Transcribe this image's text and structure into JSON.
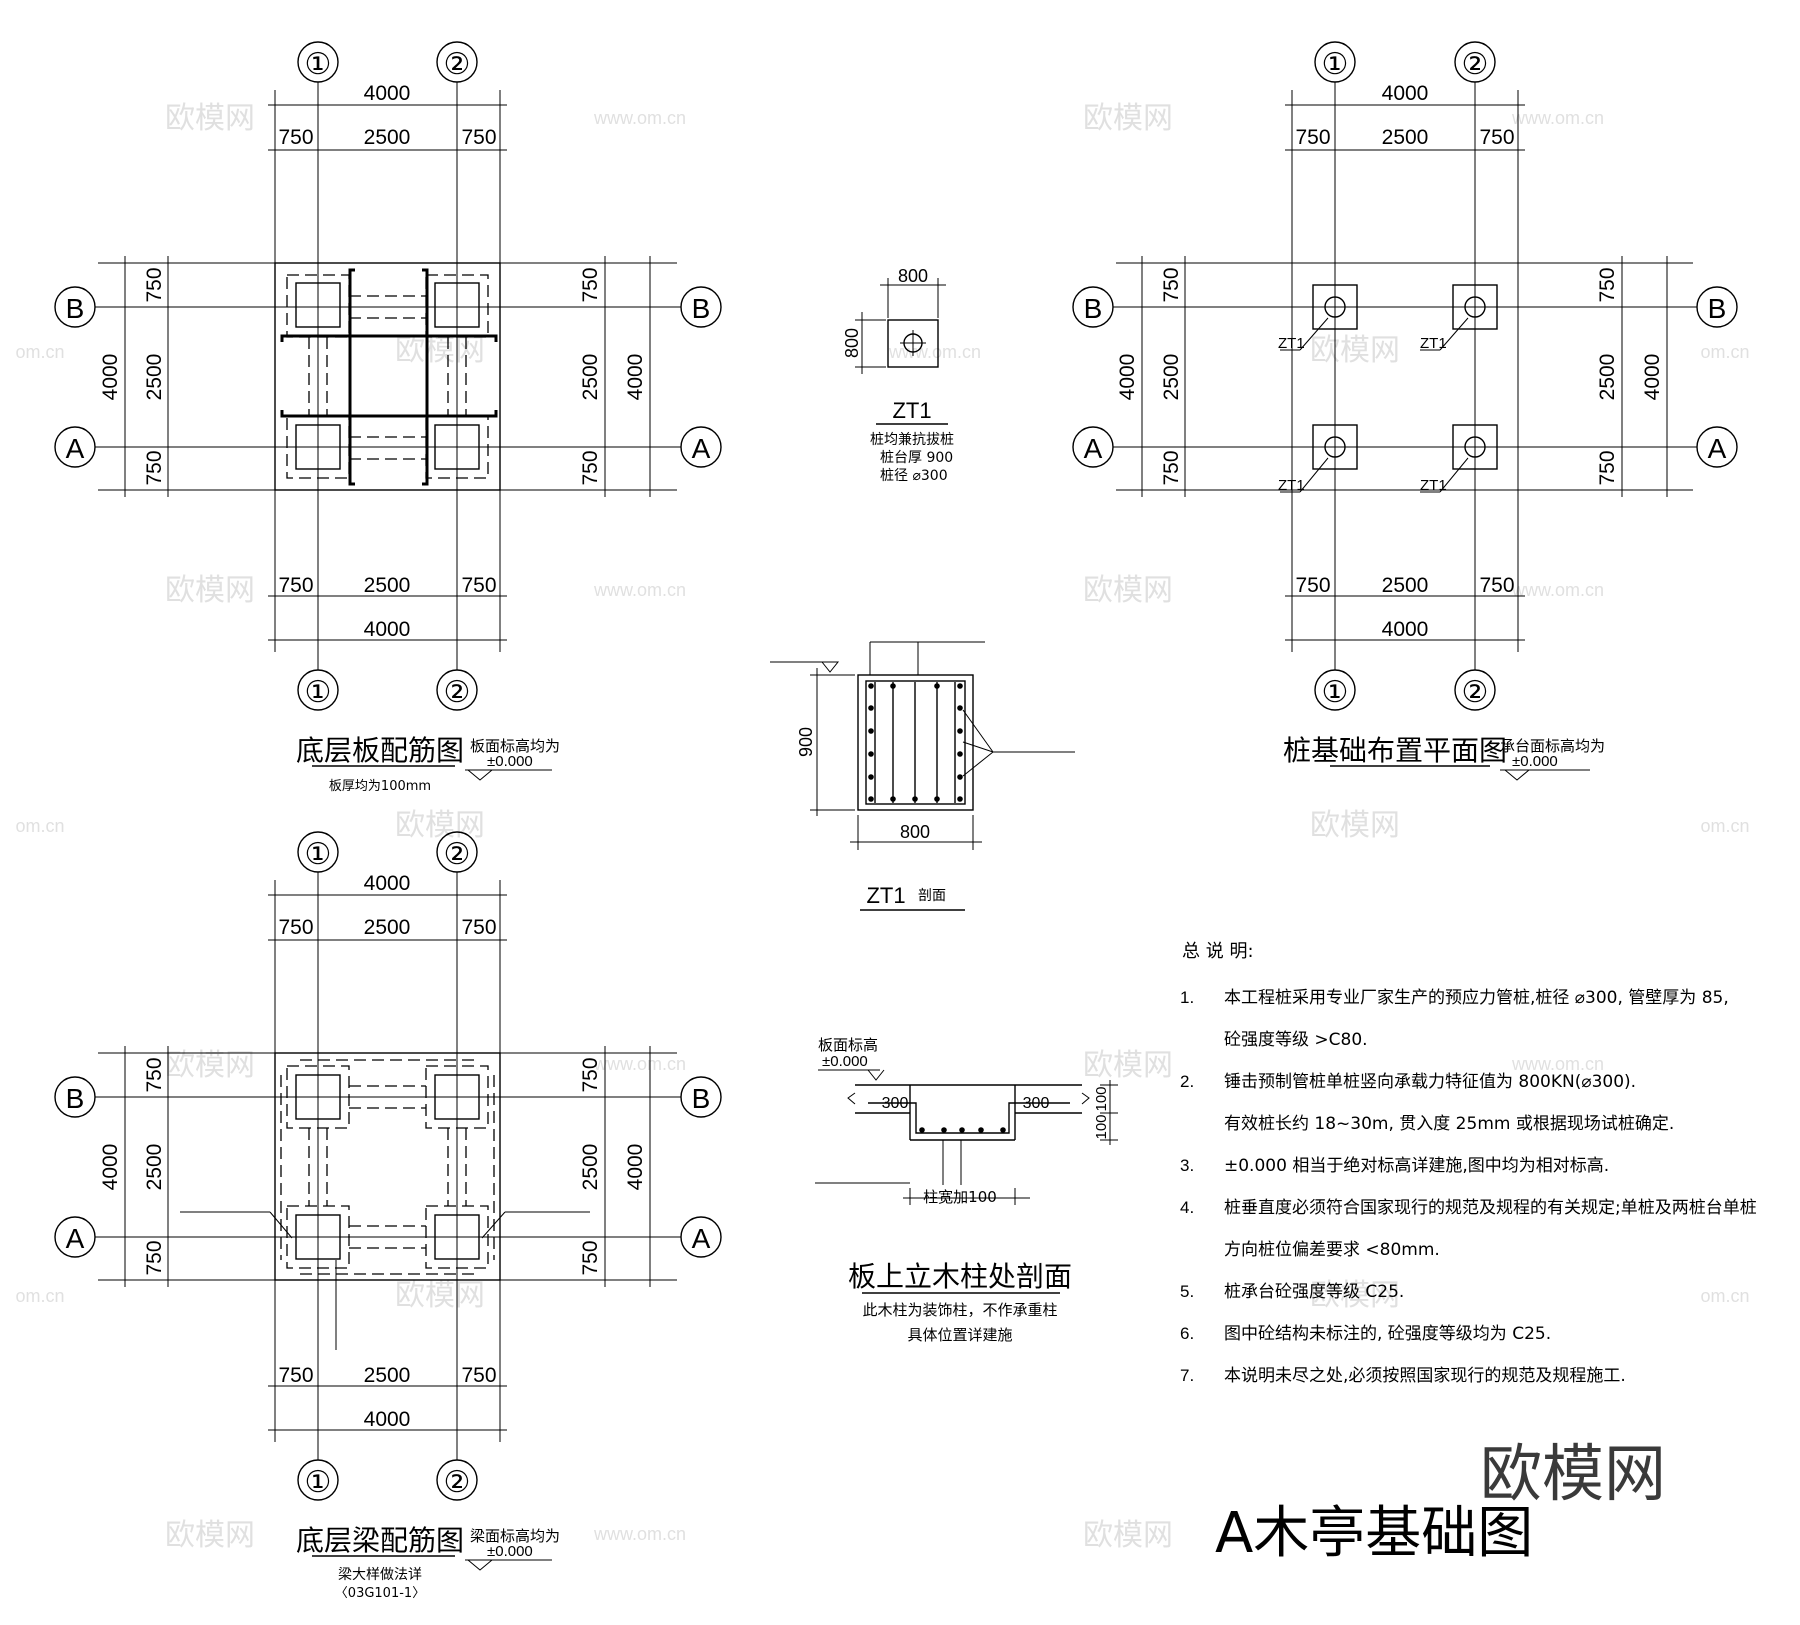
{
  "dims": {
    "total": "4000",
    "mid": "2500",
    "edge": "750"
  },
  "axes": {
    "one": "①",
    "two": "②",
    "a": "A",
    "b": "B"
  },
  "plan1": {
    "title": "底层板配筋图",
    "elev_label": "板面标高均为",
    "elev": "±0.000",
    "note": "板厚均为100mm"
  },
  "plan2": {
    "title": "桩基础布置平面图",
    "elev_label": "承台面标高均为",
    "elev": "±0.000",
    "pile": "ZT1"
  },
  "plan3": {
    "title": "底层梁配筋图",
    "elev_label": "梁面标高均为",
    "elev": "±0.000",
    "note1": "梁大样做法详",
    "note2": "〈03G101-1〉"
  },
  "zt1": {
    "w": "800",
    "h": "800",
    "name": "ZT1",
    "l1": "桩均兼抗拔桩",
    "l2": "桩台厚 900",
    "l3": "桩径  ⌀300"
  },
  "zt1sec": {
    "h": "900",
    "w": "800",
    "name": "ZT1",
    "suffix": "剖面"
  },
  "slabsec": {
    "elev_label": "板面标高",
    "elev": "±0.000",
    "w1": "300",
    "w2": "300",
    "h1": "100",
    "h2": "100",
    "bottom": "柱宽加100",
    "title": "板上立木柱处剖面",
    "n1": "此木柱为装饰柱，不作承重柱",
    "n2": "具体位置详建施"
  },
  "notes": {
    "title": "总 说 明:",
    "items": [
      {
        "num": "1.",
        "lines": [
          "本工程桩采用专业厂家生产的预应力管桩,桩径  ⌀300, 管壁厚为 85,",
          "砼强度等级 >C80."
        ]
      },
      {
        "num": "2.",
        "lines": [
          "锤击预制管桩单桩竖向承载力特征值为  800KN(⌀300).",
          "有效桩长约  18~30m, 贯入度   25mm 或根据现场试桩确定."
        ]
      },
      {
        "num": "3.",
        "lines": [
          "±0.000      相当于绝对标高详建施,图中均为相对标高."
        ]
      },
      {
        "num": "4.",
        "lines": [
          "桩垂直度必须符合国家现行的规范及规程的有关规定;单桩及两桩台单桩",
          "方向桩位偏差要求 <80mm."
        ]
      },
      {
        "num": "5.",
        "lines": [
          "桩承台砼强度等级 C25."
        ]
      },
      {
        "num": "6.",
        "lines": [
          "图中砼结构未标注的, 砼强度等级均为 C25."
        ]
      },
      {
        "num": "7.",
        "lines": [
          "本说明未尽之处,必须按照国家现行的规范及规程施工."
        ]
      }
    ]
  },
  "drawing_title": "A木亭基础图",
  "watermark": {
    "logo": "欧模网",
    "url": "www.om.cn",
    "url2": "om.cn"
  }
}
